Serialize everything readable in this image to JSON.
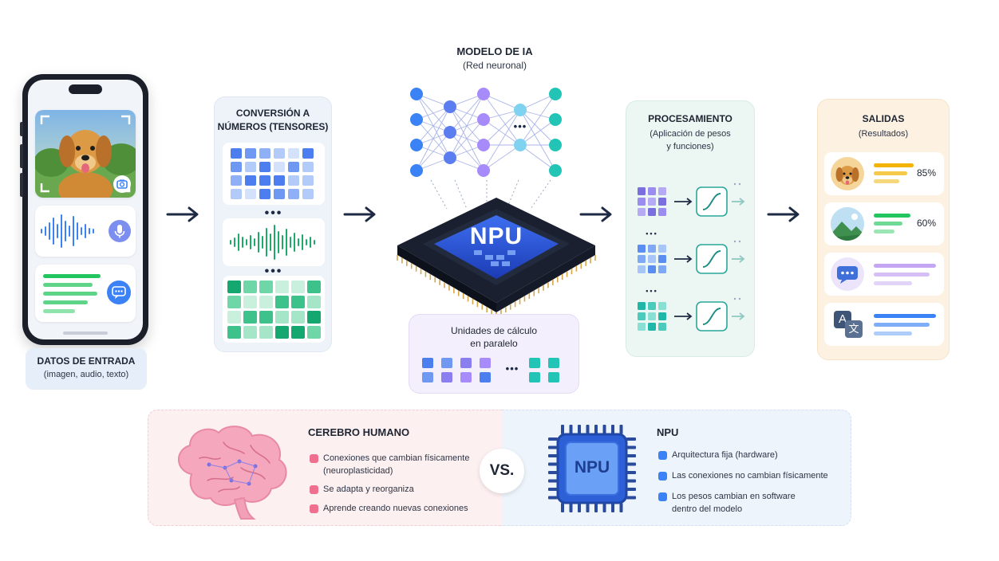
{
  "input": {
    "title": "DATOS DE ENTRADA",
    "subtitle": "(imagen, audio, texto)"
  },
  "conversion": {
    "title_line1": "CONVERSIÓN A",
    "title_line2": "NÚMEROS (TENSORES)",
    "ellipsis": "•••"
  },
  "model": {
    "title": "MODELO DE IA",
    "subtitle": "(Red neuronal)",
    "chip_label": "NPU",
    "ellipsis": "•••"
  },
  "units": {
    "title_line1": "Unidades de cálculo",
    "title_line2": "en paralelo",
    "ellipsis": "•••"
  },
  "processing": {
    "title": "PROCESAMIENTO",
    "subtitle_line1": "(Aplicación de pesos",
    "subtitle_line2": "y funciones)",
    "ellipsis": "•••"
  },
  "outputs": {
    "title": "SALIDAS",
    "subtitle": "(Resultados)",
    "items": [
      {
        "icon": "dog-icon",
        "percent": "85%"
      },
      {
        "icon": "landscape-icon",
        "percent": "60%"
      },
      {
        "icon": "chat-bubble-icon",
        "percent": ""
      },
      {
        "icon": "translate-icon",
        "percent": "",
        "glyph_a": "A",
        "glyph_b": "文"
      }
    ]
  },
  "comparison": {
    "vs_label": "VS.",
    "brain": {
      "title": "CEREBRO HUMANO",
      "items": [
        "Conexiones que cambian físicamente",
        "(neuroplasticidad)",
        "Se adapta y reorganiza",
        "Aprende creando nuevas conexiones"
      ]
    },
    "npu": {
      "title": "NPU",
      "chip_label": "NPU",
      "items": [
        "Arquitectura fija (hardware)",
        "Las conexiones no cambian físicamente",
        "Los pesos cambian en software",
        "dentro del modelo"
      ]
    }
  },
  "colors": {
    "navy": "#1e2a44",
    "blue": "#3b82f6",
    "purple": "#a78bfa",
    "teal": "#22c5b5",
    "green": "#22c55e",
    "amber": "#f5b301",
    "pink": "#f2a9b9"
  }
}
